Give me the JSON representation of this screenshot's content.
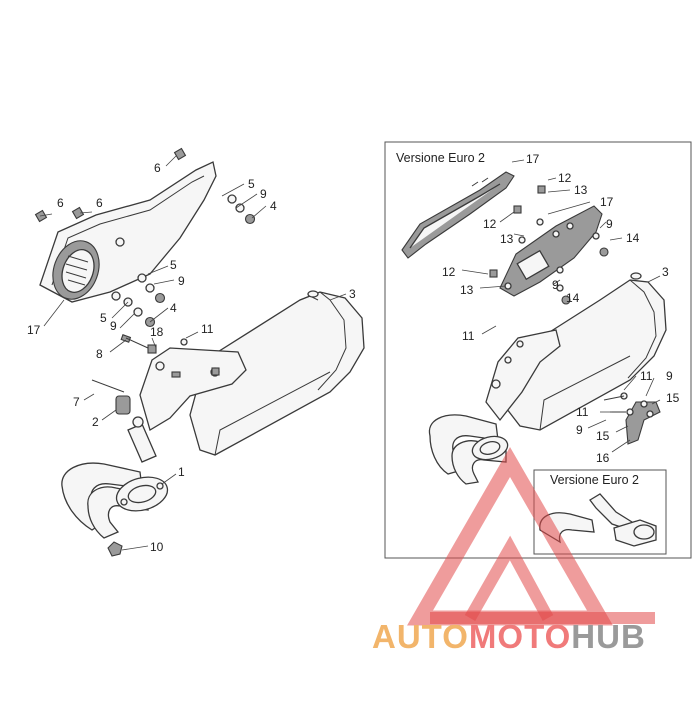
{
  "diagram": {
    "box_titles": {
      "main": "Versione Euro 2",
      "inset": "Versione Euro 2"
    },
    "callouts": {
      "left": [
        "6",
        "6",
        "6",
        "5",
        "9",
        "4",
        "5",
        "9",
        "5",
        "9",
        "4",
        "17",
        "18",
        "11",
        "8",
        "7",
        "2",
        "3",
        "1",
        "10"
      ],
      "right": [
        "17",
        "12",
        "13",
        "17",
        "12",
        "13",
        "9",
        "14",
        "12",
        "13",
        "9",
        "14",
        "3",
        "11",
        "11",
        "9",
        "11",
        "9",
        "15",
        "15",
        "16"
      ]
    }
  },
  "watermark": {
    "brand_part1": "AUTO",
    "brand_part2": "MOTO",
    "brand_part3": "HUB",
    "colors": {
      "auto": "#f2b56b",
      "moto": "#f07a7a",
      "hub": "#9a9a9a",
      "triangle": "#e24b4b"
    }
  }
}
